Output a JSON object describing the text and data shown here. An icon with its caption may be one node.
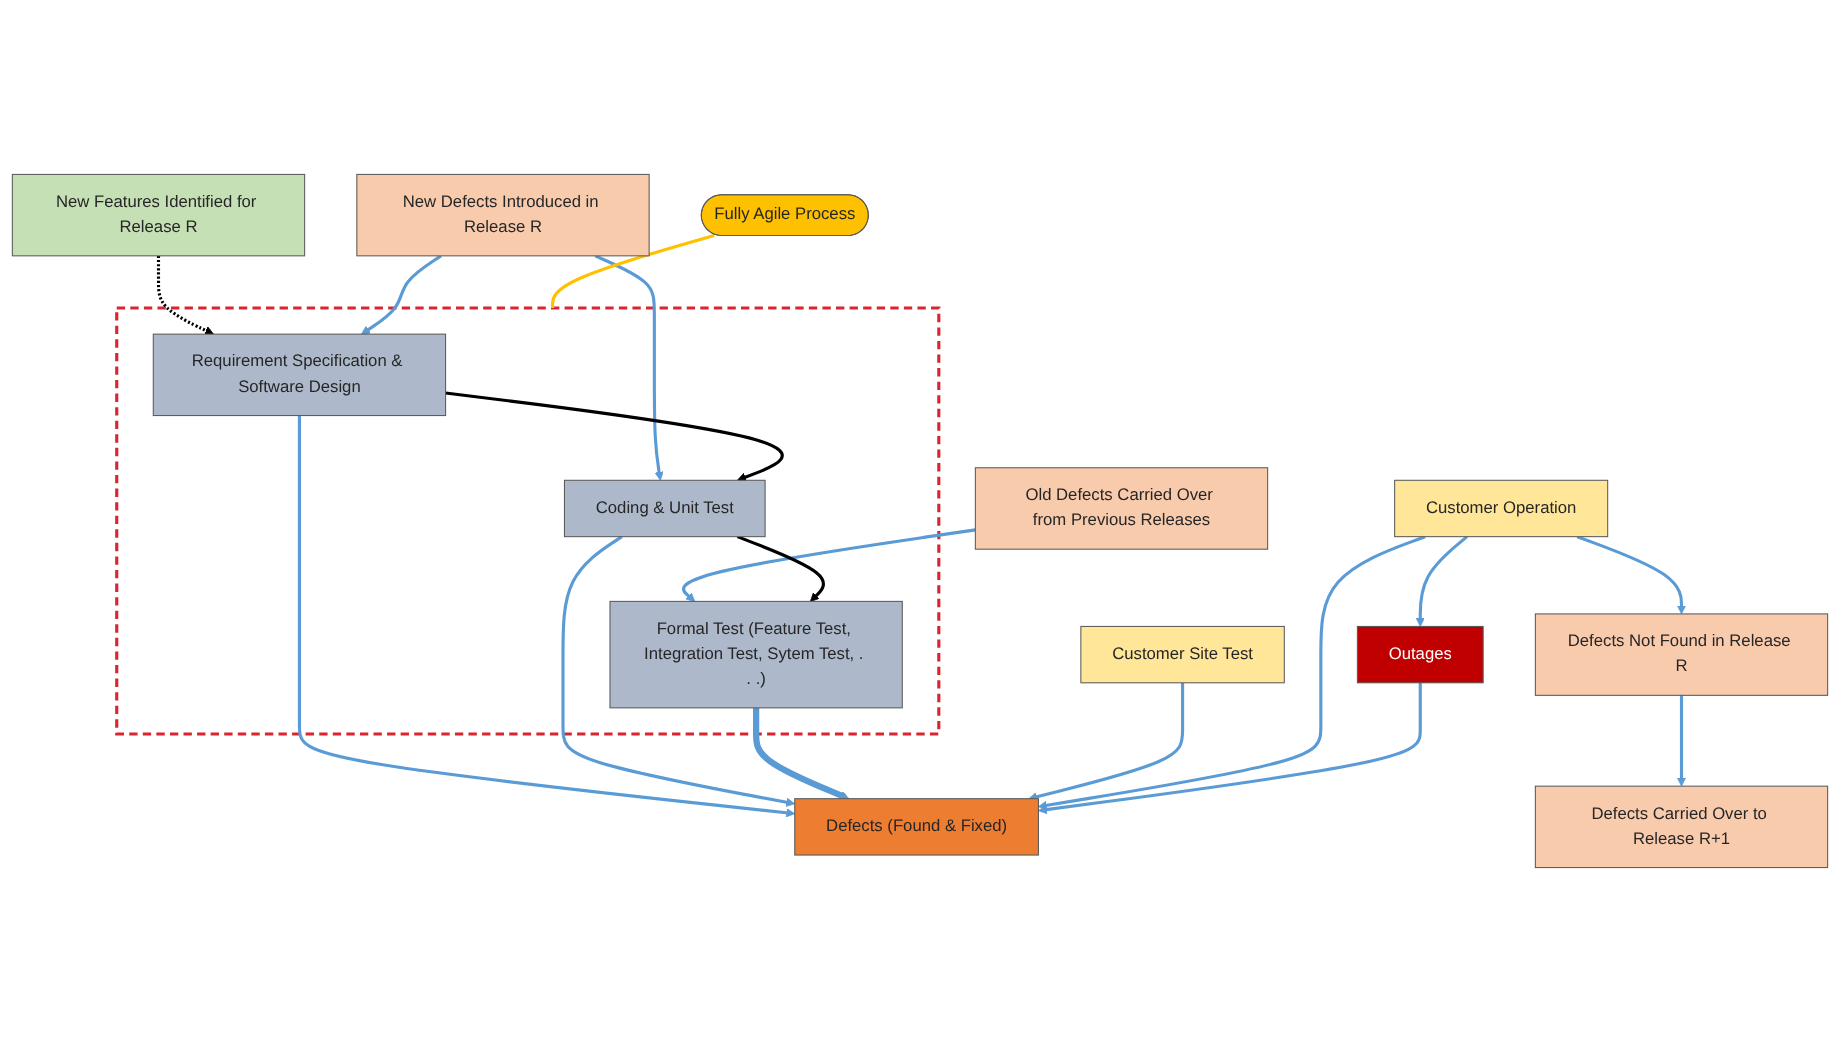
{
  "diagram": {
    "nodes": [
      {
        "text": [
          "New Features Identified for Release R"
        ]
      },
      {
        "text": [
          "New Defects Introduced in Release R"
        ]
      },
      {
        "text": [
          "Old Defects Carried Over from Previous Releases"
        ]
      },
      {
        "text": [],
        "shape": "box"
      },
      {
        "text": [
          "Requirement Specification & Software Design"
        ],
        "in": 3
      },
      {
        "text": [
          "Coding & Unit Test"
        ],
        "in": 3
      },
      {
        "text": [
          "Formal Test (Feature Test, Integration Test, Sytem Test, . . .)"
        ],
        "in": 3
      },
      {
        "text": [
          "Fully Agile Process"
        ]
      },
      {
        "text": [
          "Customer Site Test"
        ]
      },
      {
        "text": [
          "Customer Operation"
        ]
      },
      {
        "text": [
          "Defects Not Found in Release R"
        ]
      },
      {
        "text": [
          "Outages"
        ]
      },
      {
        "text": [
          "Defects (Found & Fixed)"
        ]
      },
      {
        "text": [
          "Defects Carried Over to Release R+1"
        ]
      }
    ],
    "edges": [
      {
        "from": 0,
        "to": 4,
        "arrow": "to",
        "style": "dashed",
        "color": "#000000"
      },
      {
        "from": 1,
        "to": 4,
        "arrow": "to"
      },
      {
        "from": 1,
        "to": 5,
        "arrow": "to"
      },
      {
        "from": 2,
        "to": 6,
        "arrow": "to"
      },
      {
        "from": 4,
        "to": 5,
        "arrow": "to",
        "color": "#000000"
      },
      {
        "from": 5,
        "to": 6,
        "arrow": "to",
        "color": "#000000"
      },
      {
        "from": 7,
        "to": 3,
        "arrow": "none",
        "color": "#ffc000"
      },
      {
        "from": 4,
        "to": 12,
        "arrow": "to"
      },
      {
        "from": 5,
        "to": 12,
        "arrow": "to"
      },
      {
        "from": 6,
        "to": 12,
        "arrow": "to",
        "style": "thick"
      },
      {
        "from": 8,
        "to": 12,
        "arrow": "to"
      },
      {
        "from": 9,
        "to": 12,
        "arrow": "to"
      },
      {
        "from": 9,
        "to": 11,
        "arrow": "to"
      },
      {
        "from": 11,
        "to": 12,
        "arrow": "to"
      },
      {
        "from": 9,
        "to": 10,
        "arrow": "to"
      },
      {
        "from": 10,
        "to": 13,
        "arrow": "to"
      }
    ]
  }
}
